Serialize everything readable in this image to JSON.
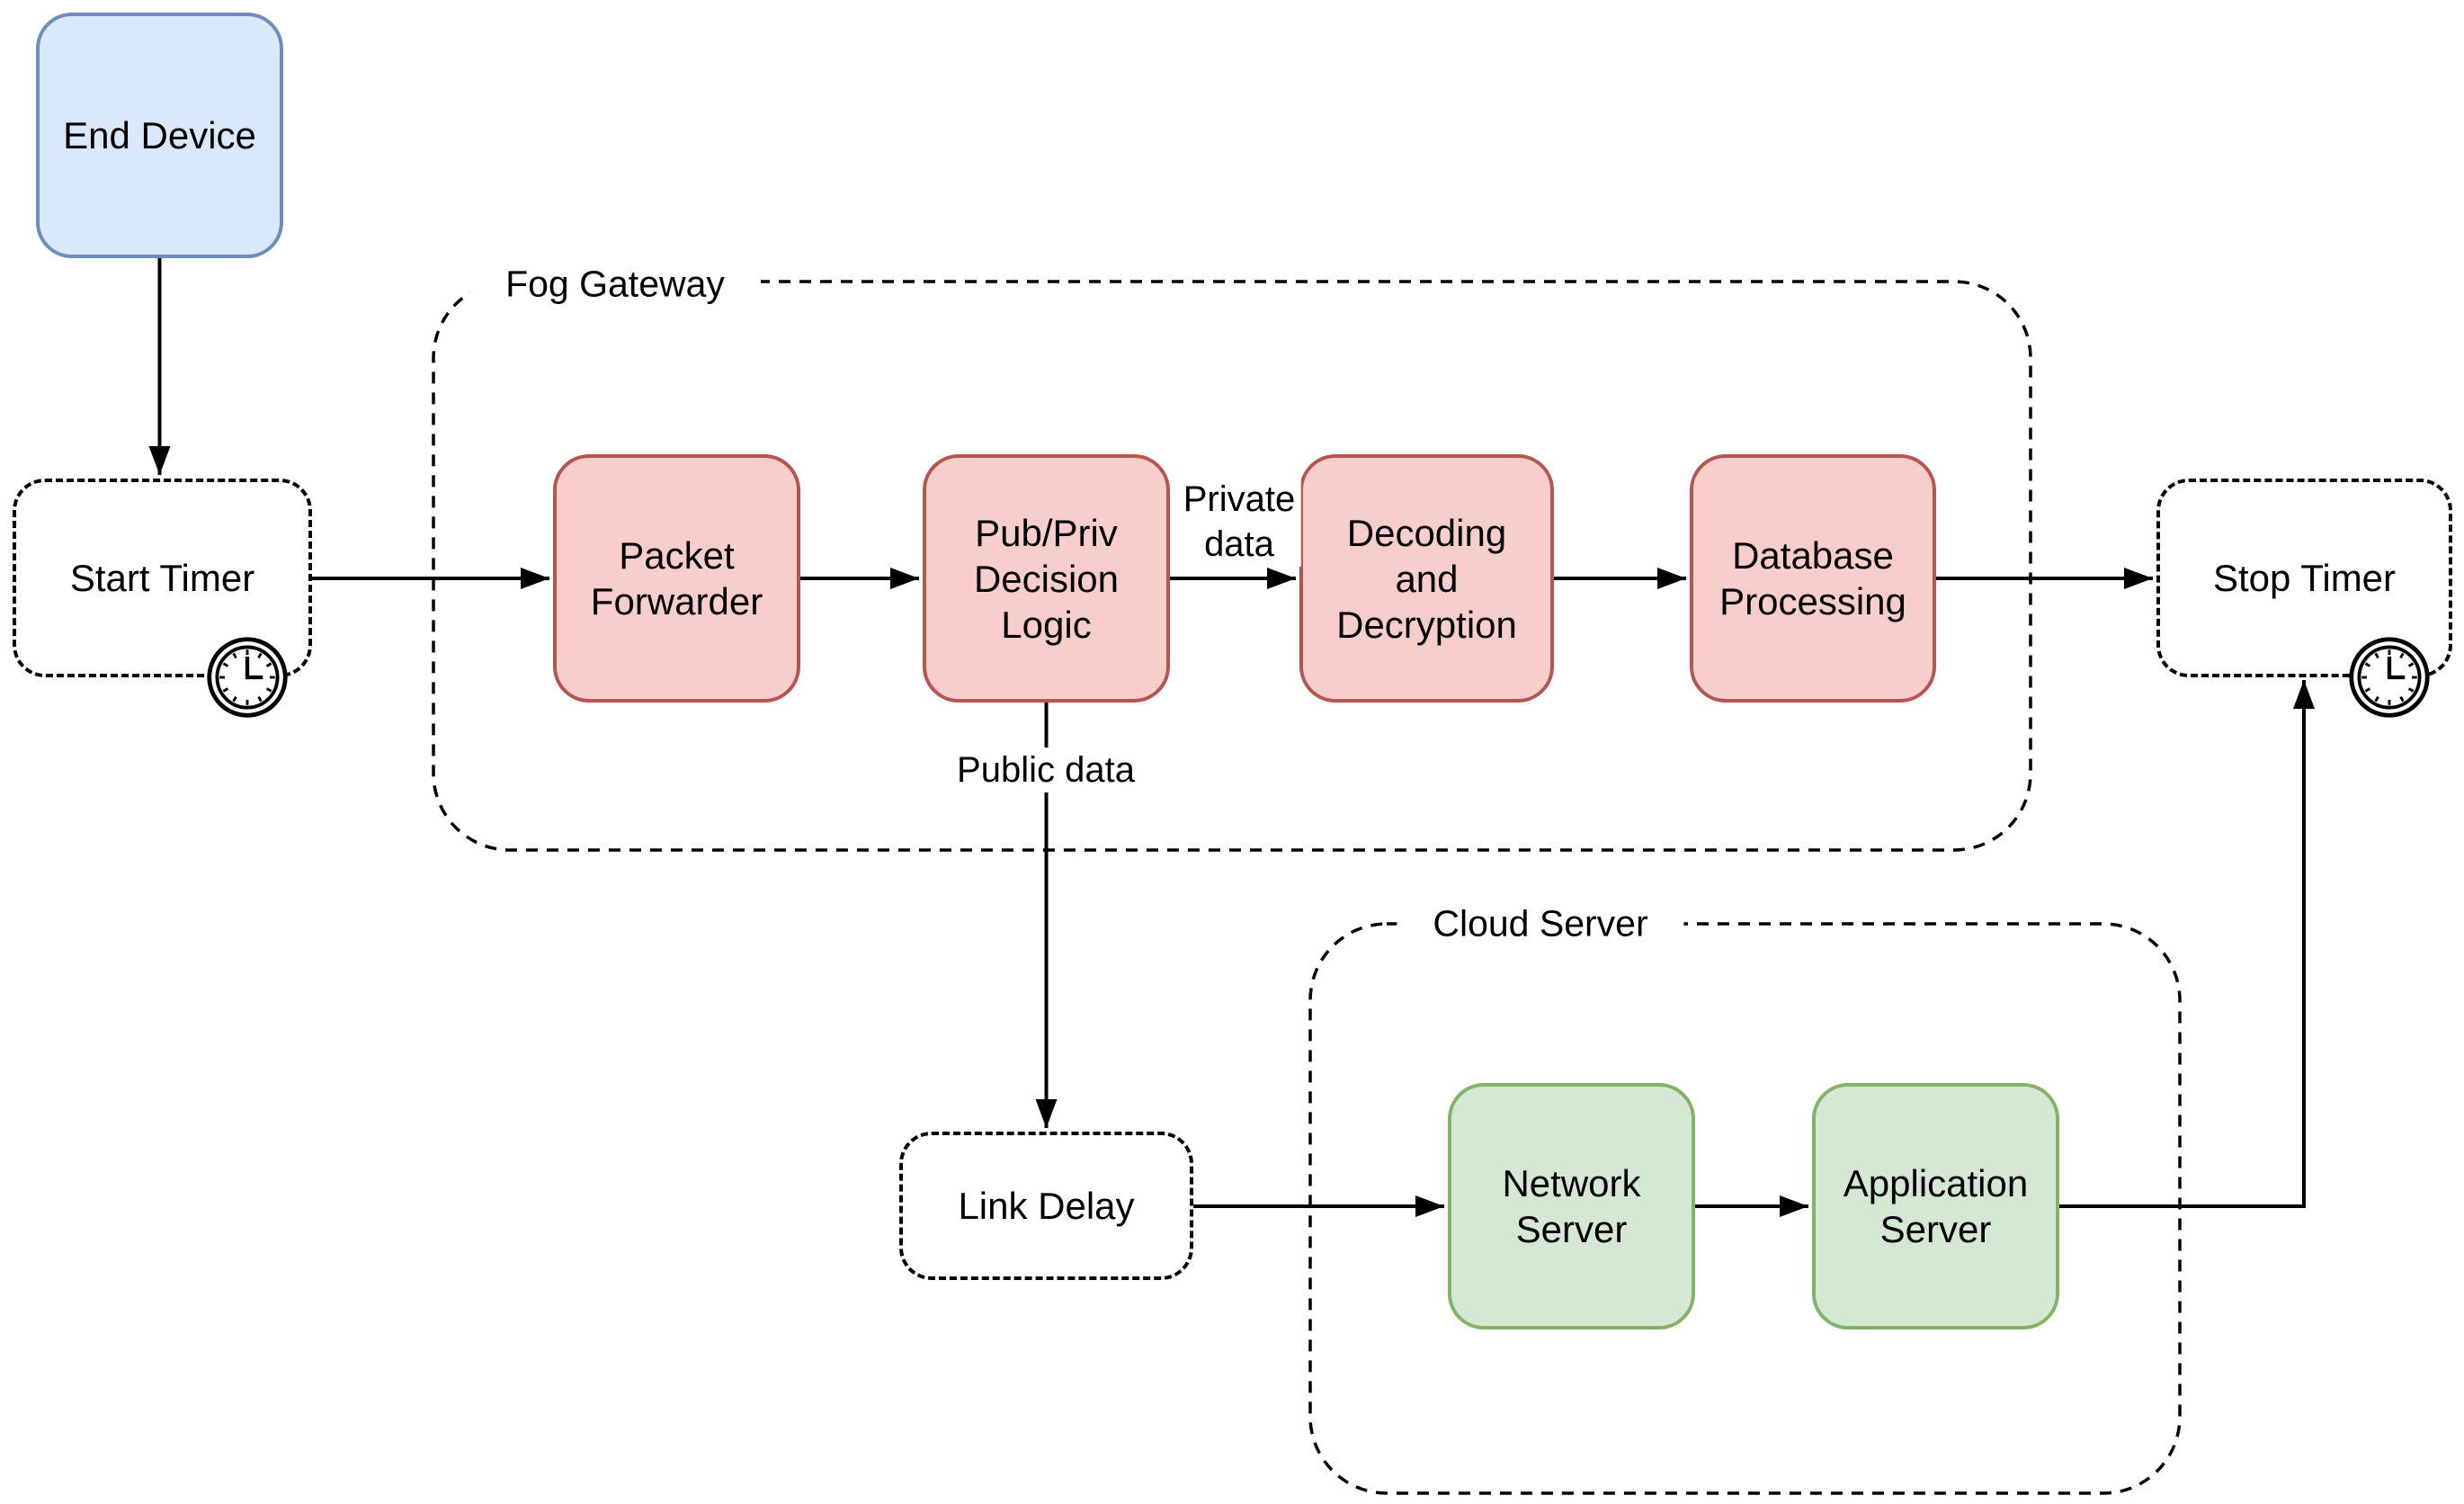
{
  "nodes": {
    "end_device": "End Device",
    "start_timer": "Start Timer",
    "packet_forwarder": "Packet\nForwarder",
    "pub_priv_decision_logic": "Pub/Priv\nDecision\nLogic",
    "decoding_and_decryption": "Decoding\nand\nDecryption",
    "database_processing": "Database\nProcessing",
    "stop_timer": "Stop Timer",
    "link_delay": "Link Delay",
    "network_server": "Network\nServer",
    "application_server": "Application\nServer"
  },
  "containers": {
    "fog_gateway": "Fog Gateway",
    "cloud_server": "Cloud Server"
  },
  "edge_labels": {
    "private_data": "Private\ndata",
    "public_data": "Public data"
  },
  "colors": {
    "end_device_fill": "#dae8fc",
    "end_device_stroke": "#6c8ebf",
    "fog_node_fill": "#f8cecc",
    "fog_node_stroke": "#b85450",
    "cloud_node_fill": "#d5e8d4",
    "cloud_node_stroke": "#82b366",
    "line_color": "#000000",
    "background": "#ffffff"
  }
}
